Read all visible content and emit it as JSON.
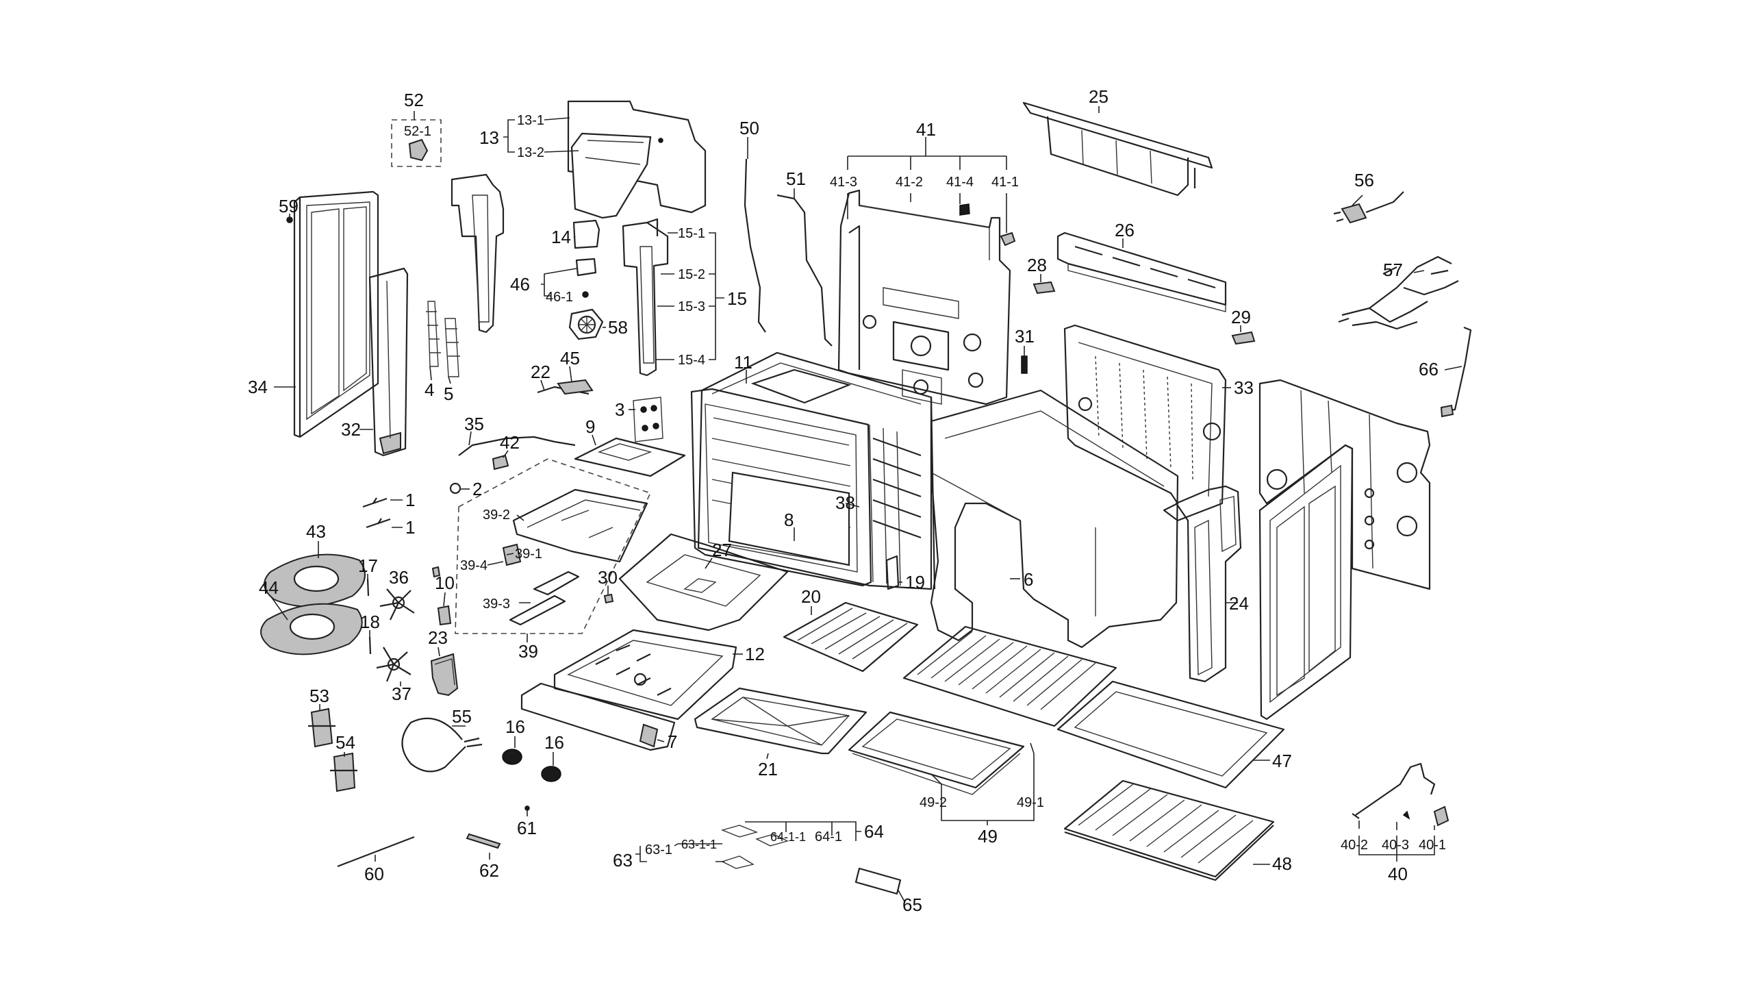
{
  "labels": {
    "l52": "52",
    "l52_1": "52-1",
    "l13": "13",
    "l13_1": "13-1",
    "l13_2": "13-2",
    "l50": "50",
    "l51": "51",
    "l41": "41",
    "l41_3": "41-3",
    "l41_2": "41-2",
    "l41_4": "41-4",
    "l41_1": "41-1",
    "l25": "25",
    "l56": "56",
    "l59": "59",
    "l14": "14",
    "l15": "15",
    "l15_1": "15-1",
    "l15_2": "15-2",
    "l15_3": "15-3",
    "l15_4": "15-4",
    "l46": "46",
    "l46_1": "46-1",
    "l58": "58",
    "l26": "26",
    "l28": "28",
    "l57": "57",
    "l29": "29",
    "l31": "31",
    "l34": "34",
    "l4": "4",
    "l5": "5",
    "l22": "22",
    "l45": "45",
    "l11": "11",
    "l66": "66",
    "l33": "33",
    "l32": "32",
    "l3": "3",
    "l35": "35",
    "l9": "9",
    "l42": "42",
    "l2": "2",
    "l1a": "1",
    "l1b": "1",
    "l38": "38",
    "l39_2": "39-2",
    "l8": "8",
    "l43": "43",
    "l39_1": "39-1",
    "l39_4": "39-4",
    "l27": "27",
    "l17": "17",
    "l36": "36",
    "l30": "30",
    "l19": "19",
    "l6": "6",
    "l10": "10",
    "l39_3": "39-3",
    "l20": "20",
    "l24": "24",
    "l44": "44",
    "l18": "18",
    "l39": "39",
    "l23": "23",
    "l12": "12",
    "l37": "37",
    "l53": "53",
    "l55": "55",
    "l7": "7",
    "l16a": "16",
    "l16b": "16",
    "l54": "54",
    "l21": "21",
    "l47": "47",
    "l49_2": "49-2",
    "l49_1": "49-1",
    "l49": "49",
    "l61": "61",
    "l64_1_1": "64-1-1",
    "l64_1": "64-1",
    "l64": "64",
    "l63_1_1": "63-1-1",
    "l63_1": "63-1",
    "l63": "63",
    "l40_2": "40-2",
    "l40_3": "40-3",
    "l40_1": "40-1",
    "l40": "40",
    "l60": "60",
    "l62": "62",
    "l48": "48",
    "l65": "65"
  }
}
